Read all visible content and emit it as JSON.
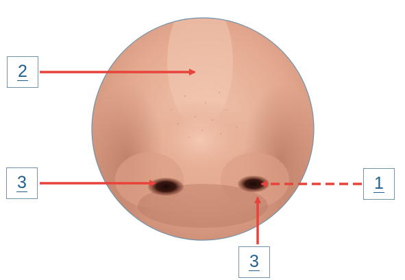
{
  "labels": {
    "top": "2",
    "left": "3",
    "right": "1",
    "bottom": "3"
  },
  "colors": {
    "arrow": "#e8423c",
    "box_border": "#6f93ad",
    "label_text": "#1f5f8f",
    "skin_light": "#ebb8a2",
    "skin_mid": "#d9997f",
    "skin_dark": "#b87560",
    "circle_border": "#6f93ad"
  },
  "arrows": {
    "right_arrow_style": "dashed",
    "others_style": "solid"
  }
}
